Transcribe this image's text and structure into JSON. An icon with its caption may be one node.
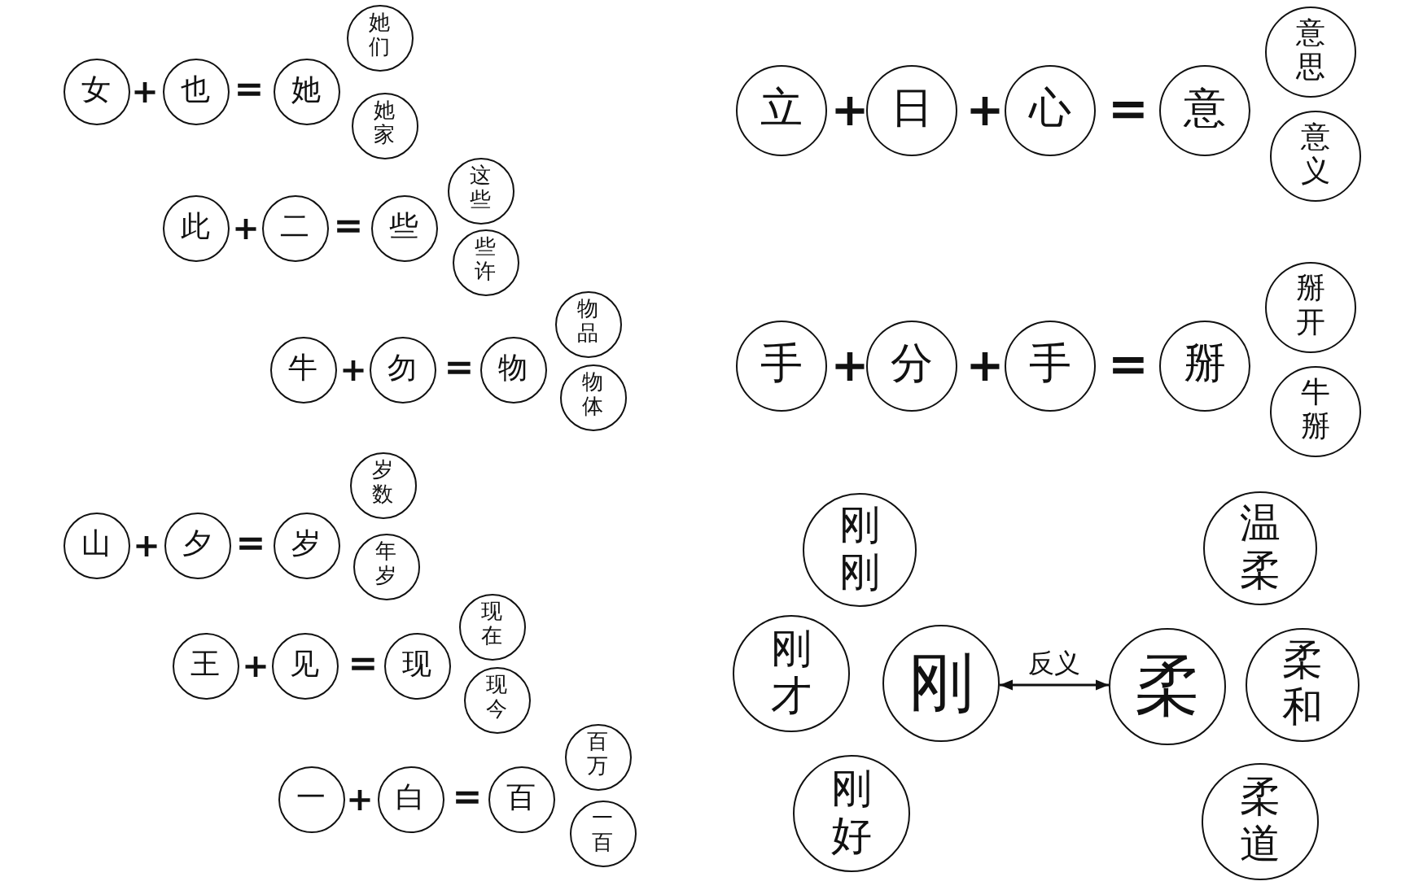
{
  "diagram": {
    "nodes": [
      {
        "text": [
          "女"
        ]
      },
      {
        "text": [
          "也"
        ]
      },
      {
        "text": [
          "她"
        ]
      },
      {
        "text": [
          "她们"
        ]
      },
      {
        "text": [
          "她家"
        ]
      },
      {
        "text": [
          "此"
        ]
      },
      {
        "text": [
          "二"
        ]
      },
      {
        "text": [
          "些"
        ]
      },
      {
        "text": [
          "这些"
        ]
      },
      {
        "text": [
          "些许"
        ]
      },
      {
        "text": [
          "牛"
        ]
      },
      {
        "text": [
          "勿"
        ]
      },
      {
        "text": [
          "物"
        ]
      },
      {
        "text": [
          "物品"
        ]
      },
      {
        "text": [
          "物体"
        ]
      },
      {
        "text": [
          "山"
        ]
      },
      {
        "text": [
          "夕"
        ]
      },
      {
        "text": [
          "岁"
        ]
      },
      {
        "text": [
          "岁数"
        ]
      },
      {
        "text": [
          "年岁"
        ]
      },
      {
        "text": [
          "王"
        ]
      },
      {
        "text": [
          "见"
        ]
      },
      {
        "text": [
          "现"
        ]
      },
      {
        "text": [
          "现在"
        ]
      },
      {
        "text": [
          "现今"
        ]
      },
      {
        "text": [
          "一"
        ]
      },
      {
        "text": [
          "白"
        ]
      },
      {
        "text": [
          "百"
        ]
      },
      {
        "text": [
          "百万"
        ]
      },
      {
        "text": [
          "一百"
        ]
      },
      {
        "text": [
          "立"
        ]
      },
      {
        "text": [
          "日"
        ]
      },
      {
        "text": [
          "心"
        ]
      },
      {
        "text": [
          "意"
        ]
      },
      {
        "text": [
          "意思"
        ]
      },
      {
        "text": [
          "意义"
        ]
      },
      {
        "text": [
          "手"
        ]
      },
      {
        "text": [
          "分"
        ]
      },
      {
        "text": [
          "手"
        ]
      },
      {
        "text": [
          "掰"
        ]
      },
      {
        "text": [
          "掰开"
        ]
      },
      {
        "text": [
          "牛掰"
        ]
      },
      {
        "text": [
          "刚刚"
        ]
      },
      {
        "text": [
          "温柔"
        ]
      },
      {
        "text": [
          "刚才"
        ]
      },
      {
        "text": [
          "刚"
        ]
      },
      {
        "text": [
          "柔"
        ]
      },
      {
        "text": [
          "柔和"
        ]
      },
      {
        "text": [
          "刚好"
        ]
      },
      {
        "text": [
          "柔道"
        ]
      }
    ],
    "edges": [
      {
        "from": 45,
        "to": 46,
        "arrow": "both",
        "label": "反义"
      }
    ],
    "labels": [
      "+",
      "=",
      "+",
      "=",
      "+",
      "=",
      "+",
      "=",
      "+",
      "=",
      "+",
      "=",
      "+",
      "+",
      "=",
      "+",
      "+",
      "="
    ]
  }
}
